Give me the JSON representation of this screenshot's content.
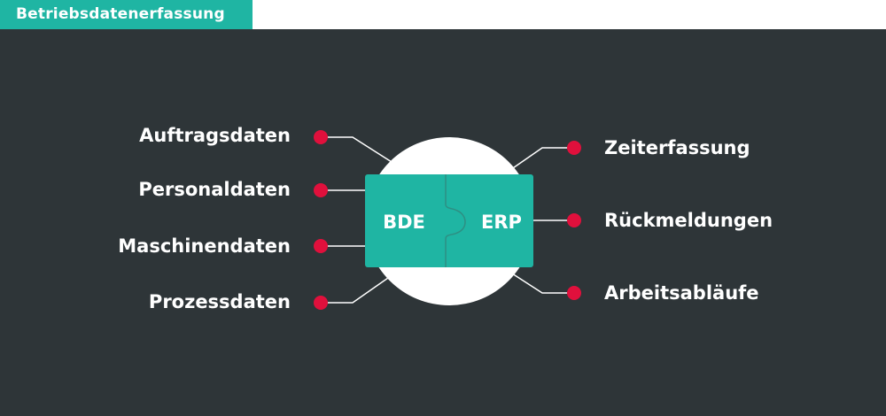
{
  "header": {
    "title": "Betriebsdatenerfassung"
  },
  "center": {
    "left_piece": "BDE",
    "right_piece": "ERP"
  },
  "left_items": [
    {
      "label": "Auftragsdaten"
    },
    {
      "label": "Personaldaten"
    },
    {
      "label": "Maschinendaten"
    },
    {
      "label": "Prozessdaten"
    }
  ],
  "right_items": [
    {
      "label": "Zeiterfassung"
    },
    {
      "label": "Rückmeldungen"
    },
    {
      "label": "Arbeitsabläufe"
    }
  ],
  "colors": {
    "accent": "#1fb5a3",
    "background": "#2e3538",
    "dot": "#e0103c",
    "line": "#ffffff",
    "circle": "#ffffff"
  }
}
